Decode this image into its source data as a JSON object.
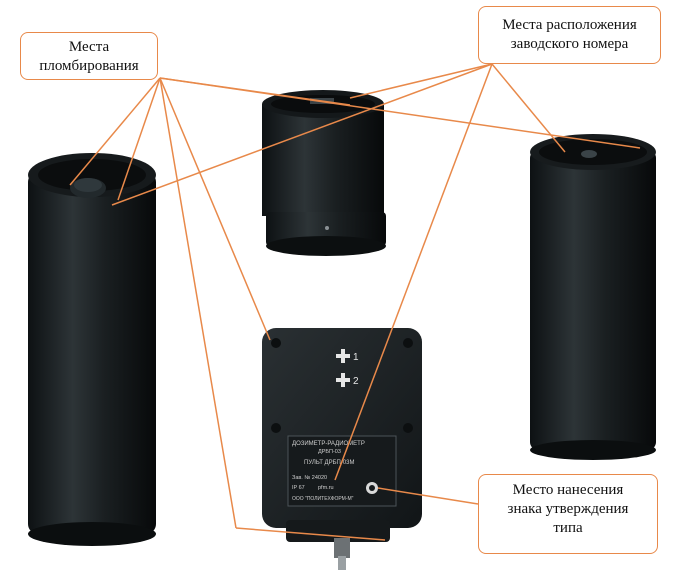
{
  "callouts": {
    "seal": {
      "line1": "Места",
      "line2": "пломбирования"
    },
    "serial": {
      "line1": "Места расположения",
      "line2": "заводского номера"
    },
    "type_mark": {
      "line1": "Место нанесения",
      "line2": "знака утверждения",
      "line3": "типа"
    }
  },
  "device_panel": {
    "marker_1": "1",
    "marker_2": "2",
    "label_title": "ДОЗИМЕТР-РАДИОМЕТР",
    "label_model": "ДРБП-03",
    "label_subtitle": "ПУЛЬТ ДРБП-03М",
    "label_serial": "Зав. № 24020",
    "label_ip": "IP 67",
    "label_site": "pfm.ru",
    "label_maker": "ООО \"ПОЛИТЕХФОРМ-М\""
  },
  "colors": {
    "leader_line": "#e8894a",
    "callout_border": "#e8894a",
    "device_body": "#1c2124"
  }
}
